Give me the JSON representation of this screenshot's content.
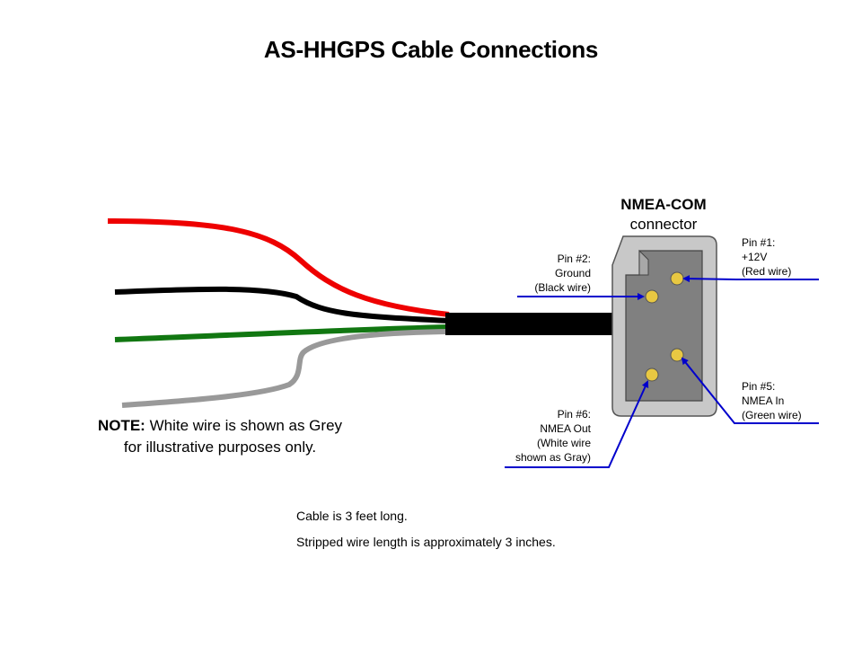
{
  "title": "AS-HHGPS Cable Connections",
  "connector": {
    "name": "NMEA-COM",
    "subtitle": "connector"
  },
  "pins": {
    "pin1": {
      "line1": "Pin  #1:",
      "line2": "+12V",
      "line3": "(Red wire)"
    },
    "pin2": {
      "line1": "Pin  #2:",
      "line2": "Ground",
      "line3": "(Black wire)"
    },
    "pin5": {
      "line1": "Pin  #5:",
      "line2": "NMEA In",
      "line3": "(Green wire)"
    },
    "pin6": {
      "line1": "Pin  #6:",
      "line2": "NMEA Out",
      "line3": "(White wire",
      "line4": "shown as Gray)"
    }
  },
  "note": {
    "label": "NOTE:",
    "line1_rest": " White wire is shown as Grey",
    "line2": "for illustrative purposes only."
  },
  "info": {
    "length": "Cable is 3 feet long.",
    "stripped": "Stripped wire length is approximately 3 inches."
  },
  "colors": {
    "red_wire": "#ee0000",
    "black_wire": "#000000",
    "green_wire": "#117711",
    "grey_wire": "#999999",
    "leader_line": "#0000cc",
    "pin": "#e8c842",
    "connector_body": "#808080",
    "connector_shell": "#c8c8c8"
  }
}
